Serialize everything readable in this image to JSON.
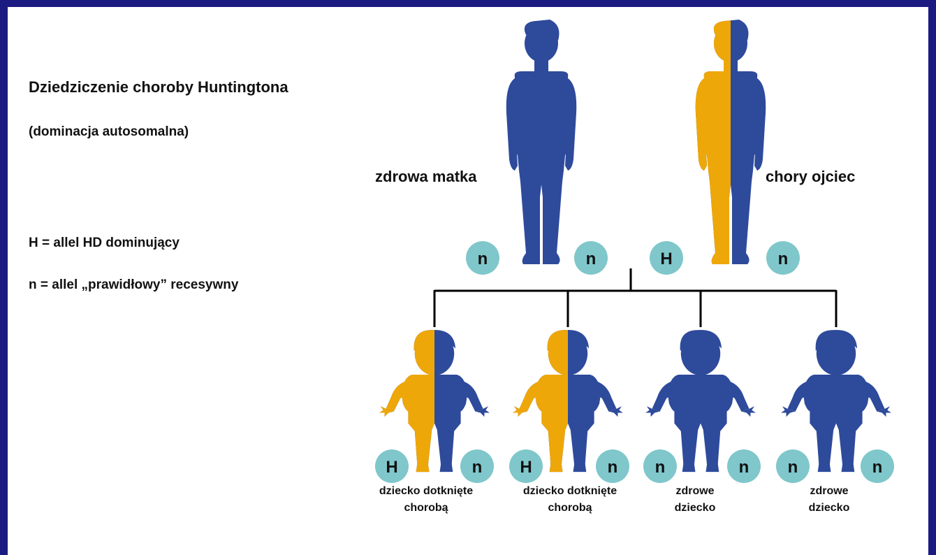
{
  "title": "Dziedziczenie choroby Huntingtona",
  "subtitle": "(dominacja autosomalna)",
  "legend": {
    "h": "H = allel HD dominujący",
    "n": "n = allel „prawidłowy” recesywny"
  },
  "parents": {
    "mother": {
      "label": "zdrowa matka",
      "alleles": [
        "n",
        "n"
      ]
    },
    "father": {
      "label": "chory ojciec",
      "alleles": [
        "H",
        "n"
      ]
    }
  },
  "children": [
    {
      "label_line1": "dziecko dotknięte",
      "label_line2": "chorobą",
      "alleles": [
        "H",
        "n"
      ],
      "affected": true
    },
    {
      "label_line1": "dziecko dotknięte",
      "label_line2": "chorobą",
      "alleles": [
        "H",
        "n"
      ],
      "affected": true
    },
    {
      "label_line1": "zdrowe",
      "label_line2": "dziecko",
      "alleles": [
        "n",
        "n"
      ],
      "affected": false
    },
    {
      "label_line1": "zdrowe",
      "label_line2": "dziecko",
      "alleles": [
        "n",
        "n"
      ],
      "affected": false
    }
  ],
  "colors": {
    "healthy": "#2e4a9b",
    "affected": "#eea709",
    "allele_circle": "#7fc7cb",
    "tree_line": "#000000",
    "frame": "#1b1b82"
  },
  "icons": [
    "adult-figure-icon",
    "child-figure-icon",
    "allele-badge-icon"
  ]
}
